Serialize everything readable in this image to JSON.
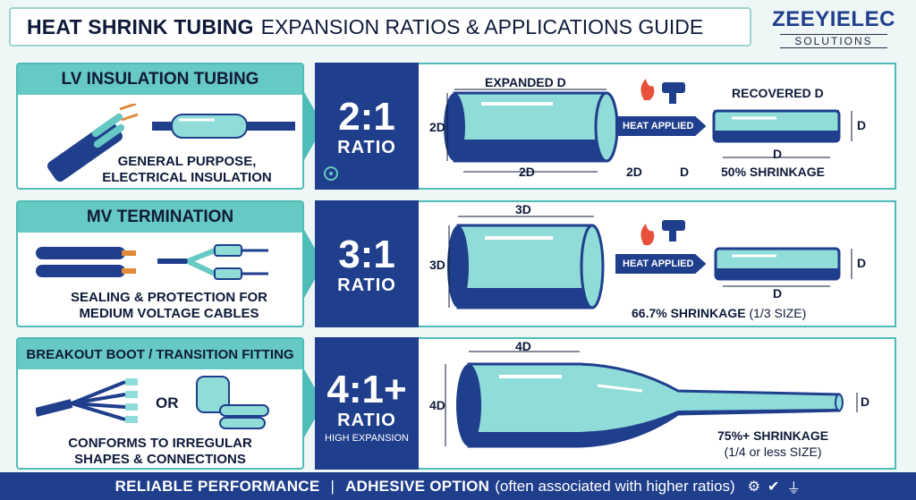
{
  "header": {
    "title_bold": "HEAT SHRINK TUBING",
    "title_rest": "EXPANSION RATIOS & APPLICATIONS GUIDE",
    "logo_main": "ZEEYIELEC",
    "logo_sub": "SOLUTIONS"
  },
  "rows": [
    {
      "heading": "LV INSULATION TUBING",
      "desc_line1": "GENERAL PURPOSE,",
      "desc_line2": "ELECTRICAL INSULATION",
      "ratio": "2:1",
      "ratio_label": "RATIO",
      "top_label": "EXPANDED D",
      "left_dim": "2D",
      "bottom_dim": "2D",
      "heat_label": "HEAT APPLIED",
      "recovered_label": "RECOVERED D",
      "recovered_dim": "D",
      "recovered_len": "D",
      "flow_a": "2D",
      "flow_b": "D",
      "shrinkage": "50% SHRINKAGE"
    },
    {
      "heading": "MV TERMINATION",
      "desc_line1": "SEALING & PROTECTION FOR",
      "desc_line2": "MEDIUM VOLTAGE CABLES",
      "ratio": "3:1",
      "ratio_label": "RATIO",
      "top_dim": "3D",
      "left_dim": "3D",
      "heat_label": "HEAT APPLIED",
      "recovered_dim": "D",
      "recovered_len": "D",
      "shrinkage_bold": "66.7% SHRINKAGE",
      "shrinkage_note": "(1/3 SIZE)"
    },
    {
      "heading": "BREAKOUT BOOT / TRANSITION FITTING",
      "or_label": "OR",
      "desc_line1": "CONFORMS TO IRREGULAR",
      "desc_line2": "SHAPES & CONNECTIONS",
      "ratio": "4:1+",
      "ratio_label": "RATIO",
      "ratio_sub": "HIGH EXPANSION",
      "top_dim": "4D",
      "left_dim": "4D",
      "end_dim": "D",
      "shrinkage_bold": "75%+ SHRINKAGE",
      "shrinkage_note": "(1/4 or less SIZE)"
    }
  ],
  "footer": {
    "part1": "RELIABLE PERFORMANCE",
    "sep": "|",
    "part2": "ADHESIVE OPTION",
    "part3": "(often associated with higher ratios)"
  },
  "colors": {
    "navy": "#1f3e8c",
    "teal": "#67c9c3",
    "tube": "#8fdcd8",
    "flame": "#e8503a"
  }
}
